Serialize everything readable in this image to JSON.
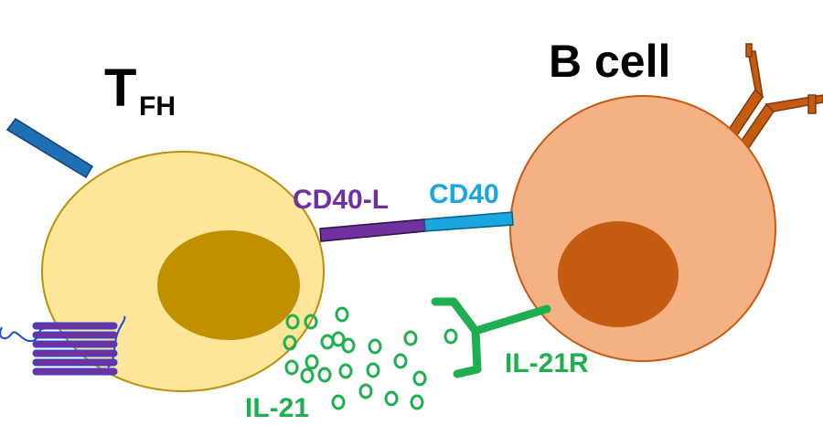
{
  "t_cell": {
    "label_main": "T",
    "label_sub": "FH"
  },
  "b_cell": {
    "label": "B cell"
  },
  "receptors": {
    "cd40l": {
      "label": "CD40-L"
    },
    "cd40": {
      "label": "CD40"
    },
    "il21r": {
      "label": "IL-21R"
    }
  },
  "cytokine": {
    "label": "IL-21",
    "particle_glyph": "o"
  },
  "colors": {
    "t_cell_fill": "#FDE59A",
    "t_cell_stroke": "#B8900A",
    "t_nucleus": "#C09000",
    "b_cell_fill": "#F4B183",
    "b_cell_stroke": "#C55A11",
    "b_nucleus": "#C55A11",
    "tcr": "#1F6FB5",
    "cd40l": "#7030A0",
    "cd40": "#1AA7E0",
    "il21": "#1FAF50",
    "antibody": "#C55A11",
    "membrane_protein": "#7030A0",
    "membrane_line": "#1E4BD6"
  }
}
